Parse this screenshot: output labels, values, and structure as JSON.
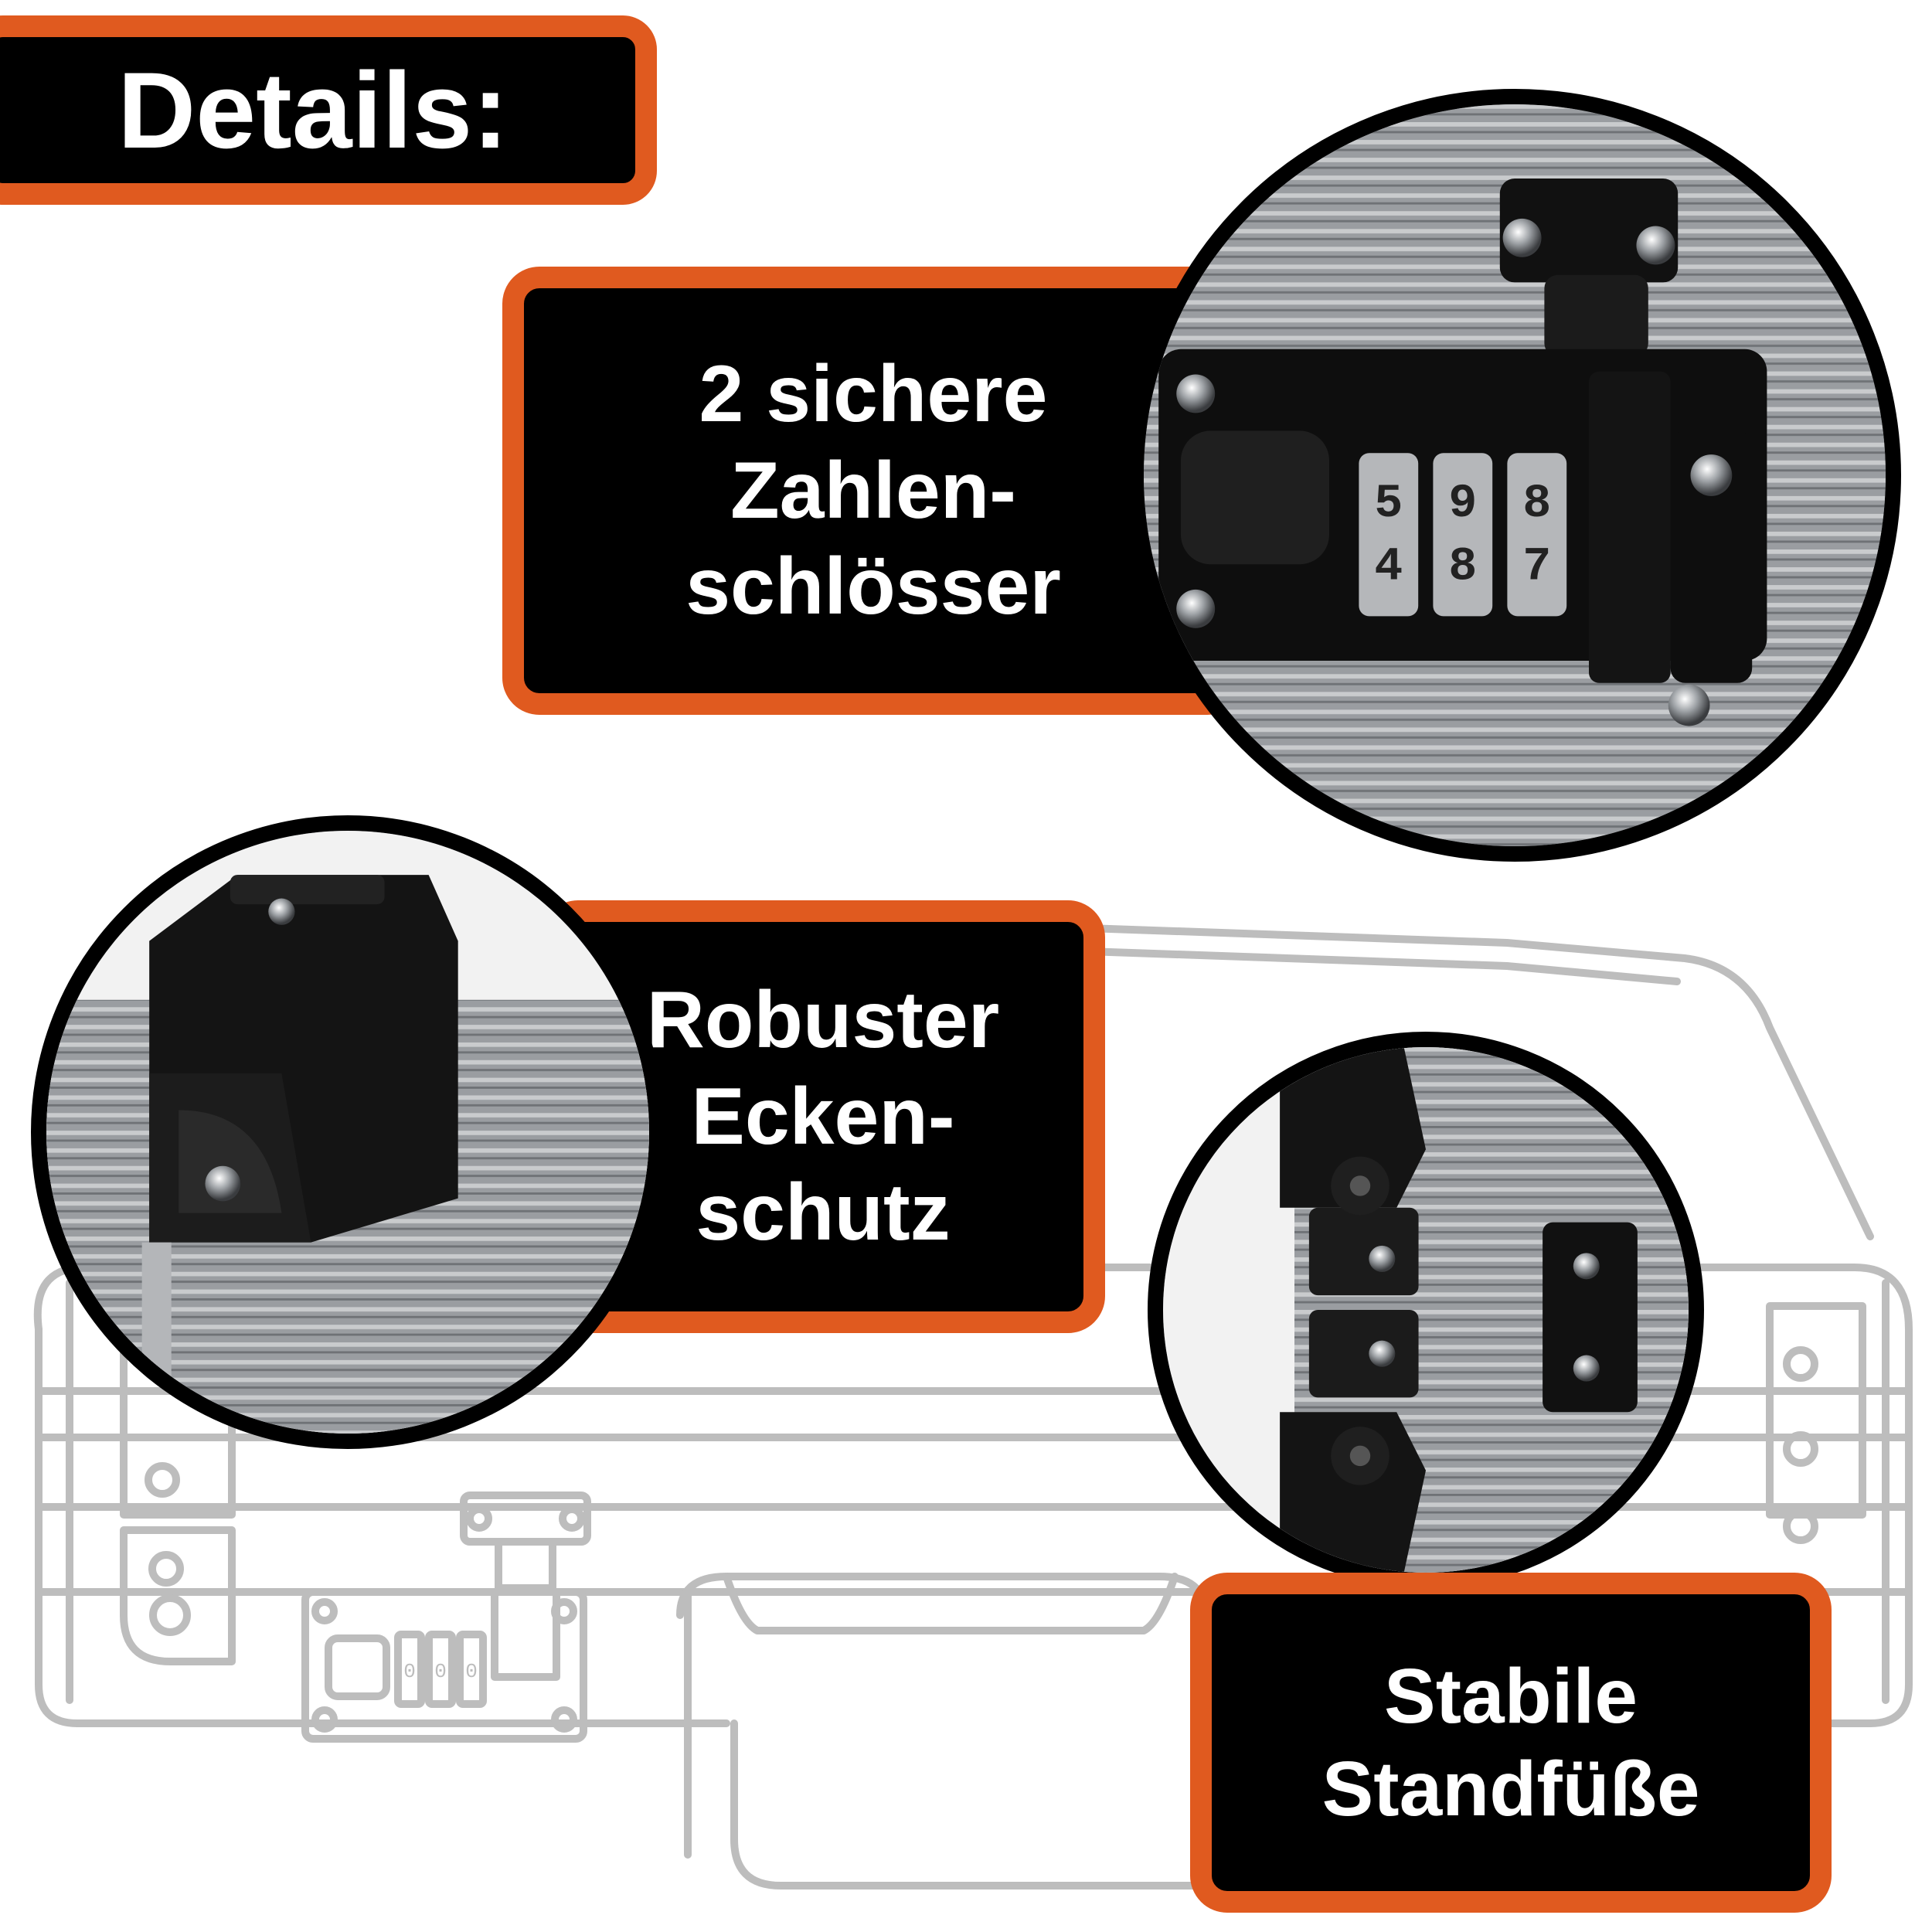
{
  "header": {
    "title": "Details:"
  },
  "features": [
    {
      "lines": [
        "2 sichere",
        "Zahlen-",
        "schlösser"
      ]
    },
    {
      "lines": [
        "Robuster",
        "Ecken-",
        "schutz"
      ]
    },
    {
      "lines": [
        "Stabile",
        "Standfüße"
      ]
    }
  ],
  "lock_digits": {
    "top": [
      "5",
      "9",
      "8"
    ],
    "middle": [
      "4",
      "8",
      "7"
    ],
    "outline_lock": [
      "0",
      "0",
      "0"
    ]
  },
  "colors": {
    "accent": "#e05a1f",
    "box": "#000000",
    "text": "#ffffff",
    "outline": "#bdbdbd"
  },
  "icons": [
    "combination-lock-icon",
    "corner-protector-icon",
    "stand-feet-icon",
    "briefcase-outline-icon"
  ]
}
